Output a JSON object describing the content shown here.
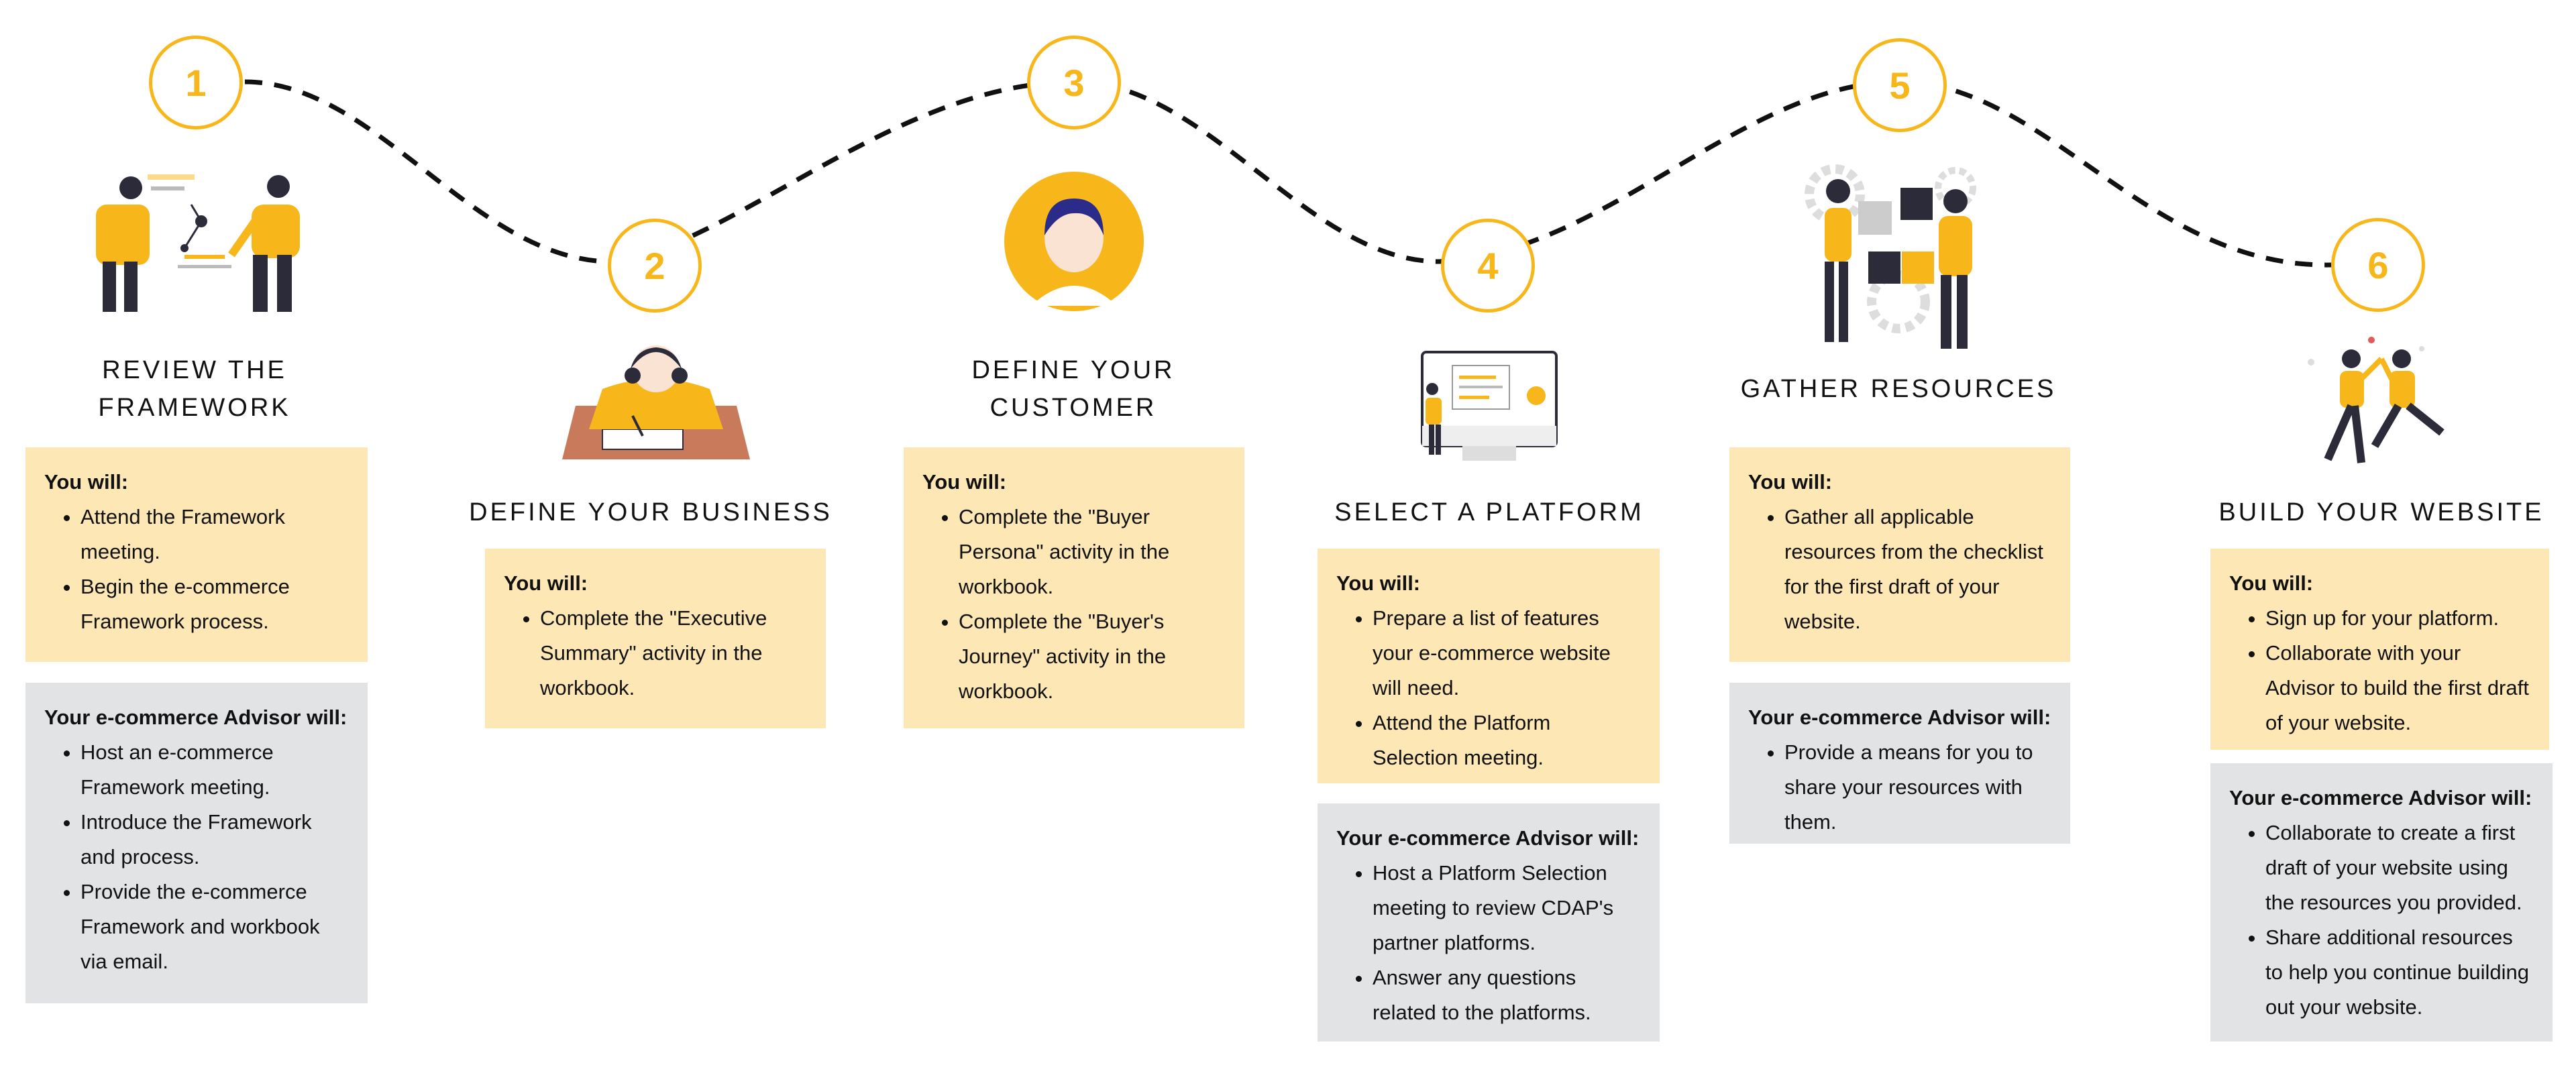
{
  "colors": {
    "accent": "#f7b61a",
    "you_box": "#fde7b5",
    "advisor_box": "#e2e3e5",
    "dark": "#2b2b3a"
  },
  "steps": [
    {
      "number": "1",
      "title_line1": "REVIEW THE",
      "title_line2": "FRAMEWORK",
      "illustration": "two-people-reviewing-chart-icon",
      "you": {
        "heading": "You will:",
        "items": [
          "Attend the Framework meeting.",
          "Begin the e-commerce Framework process."
        ]
      },
      "advisor": {
        "heading": "Your e-commerce Advisor will:",
        "items": [
          "Host an e-commerce Framework meeting.",
          "Introduce the Framework and process.",
          "Provide the e-commerce Framework and workbook via email."
        ]
      }
    },
    {
      "number": "2",
      "title_line1": "DEFINE YOUR BUSINESS",
      "illustration": "person-writing-at-desk-icon",
      "you": {
        "heading": "You will:",
        "items": [
          "Complete the \"Executive Summary\" activity in the workbook."
        ]
      }
    },
    {
      "number": "3",
      "title_line1": "DEFINE YOUR",
      "title_line2": "CUSTOMER",
      "illustration": "customer-avatar-icon",
      "you": {
        "heading": "You will:",
        "items": [
          "Complete the \"Buyer Persona\" activity in the workbook.",
          "Complete the \"Buyer's Journey\" activity in the workbook."
        ]
      }
    },
    {
      "number": "4",
      "title_line1": "SELECT A PLATFORM",
      "illustration": "person-at-monitor-icon",
      "you": {
        "heading": "You will:",
        "items": [
          "Prepare a list of features your e-commerce website will need.",
          "Attend the Platform Selection meeting."
        ]
      },
      "advisor": {
        "heading": "Your e-commerce Advisor will:",
        "items": [
          "Host a Platform Selection meeting to review CDAP's partner platforms.",
          "Answer any questions related to the platforms."
        ]
      }
    },
    {
      "number": "5",
      "title_line1": "GATHER RESOURCES",
      "illustration": "people-assembling-puzzle-icon",
      "you": {
        "heading": "You will:",
        "items": [
          "Gather all applicable resources from the checklist for the first draft of your website."
        ]
      },
      "advisor": {
        "heading": "Your e-commerce Advisor will:",
        "items": [
          "Provide a means for you to share your resources with them."
        ]
      }
    },
    {
      "number": "6",
      "title_line1": "BUILD YOUR WEBSITE",
      "illustration": "people-celebrating-icon",
      "you": {
        "heading": "You will:",
        "items": [
          "Sign up for your platform.",
          "Collaborate with your Advisor to build the first draft of your website."
        ]
      },
      "advisor": {
        "heading": "Your e-commerce Advisor will:",
        "items": [
          "Collaborate to create a first draft of your website using the resources you provided.",
          "Share additional resources to help you continue building out your website."
        ]
      }
    }
  ]
}
